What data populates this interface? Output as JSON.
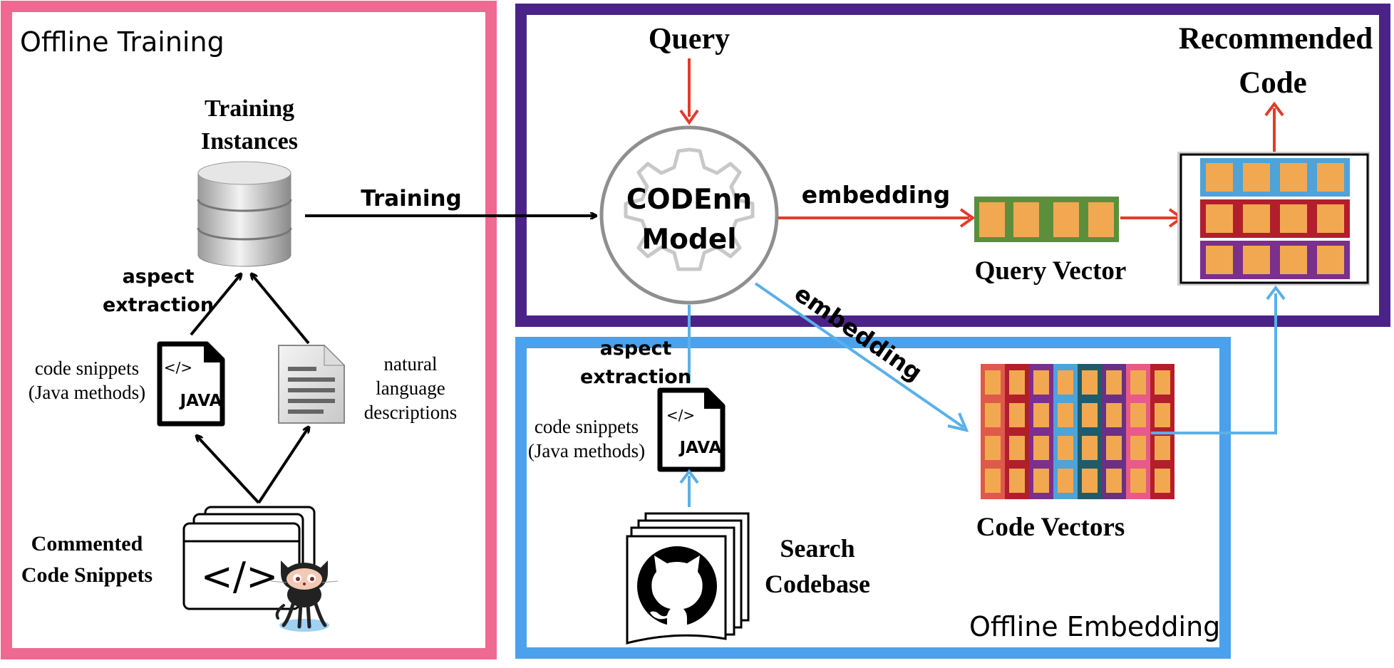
{
  "panels": {
    "offline_training": "Offline Training",
    "offline_embedding": "Offline Embedding"
  },
  "training": {
    "instances_line1": "Training",
    "instances_line2": "Instances",
    "aspect_line1": "aspect",
    "aspect_line2": "extraction",
    "code_snippets_line1": "code snippets",
    "code_snippets_line2": "(Java methods)",
    "natural_line1": "natural",
    "natural_line2": "language",
    "natural_line3": "descriptions",
    "commented_line1": "Commented",
    "commented_line2": "Code Snippets",
    "java_label": "JAVA",
    "code_glyph": "</>",
    "big_code_glyph": "</>"
  },
  "search": {
    "query": "Query",
    "recommended_line1": "Recommended",
    "recommended_line2": "Code",
    "model_line1": "CODEnn",
    "model_line2": "Model",
    "training_arrow": "Training",
    "embedding_red": "embedding",
    "embedding_blue": "embedding",
    "query_vector": "Query Vector",
    "code_vectors": "Code Vectors"
  },
  "embedding": {
    "aspect_line1": "aspect",
    "aspect_line2": "extraction",
    "code_snippets_line1": "code snippets",
    "code_snippets_line2": "(Java methods)",
    "java_label": "JAVA",
    "code_glyph": "</>",
    "search_line1": "Search",
    "search_line2": "Codebase"
  },
  "colors": {
    "training_border": "#ee6a93",
    "search_border": "#4b2388",
    "embedding_border": "#4ba1ec",
    "red_arrow": "#e43a2c",
    "blue_arrow": "#5ab0e8",
    "vector_cell": "#f2a850",
    "query_vector_border": "#5c8f3c",
    "row_blue": "#4ea3d8",
    "row_red": "#b31e2c",
    "row_purple": "#7b2f8e"
  }
}
